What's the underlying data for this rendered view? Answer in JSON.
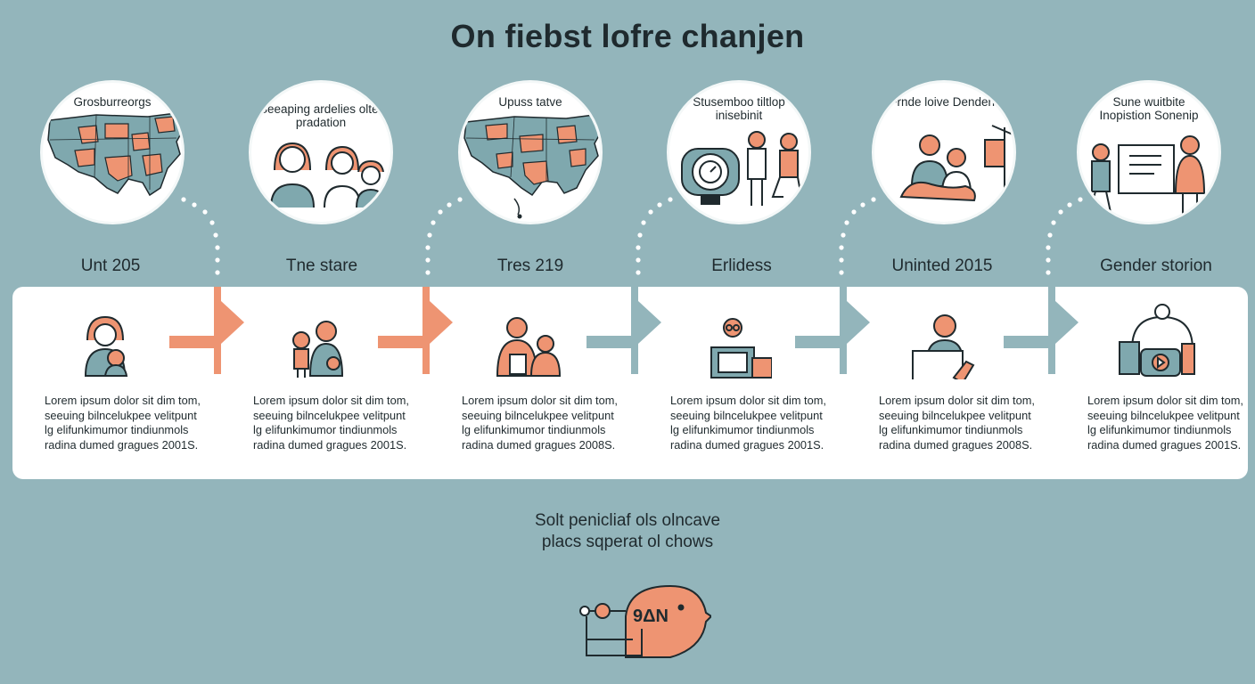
{
  "title": "On fiebst lofre chanjen",
  "colors": {
    "accent": "#ee9472",
    "teal": "#7fa8ae",
    "background": "#93b5bb",
    "ink": "#1f2a2e"
  },
  "steps": [
    {
      "circle_label": "Grosburreorgs",
      "circle_icon": "us-map-icon",
      "heading": "Unt 205",
      "card_icon": "parent-child-icon",
      "connector": "accent",
      "text": "Lorem ipsum dolor sit dim tom, seeuing bilncelukpee velitpunt lg elifunkimumor tindiunmols radina dumed gragues 2001S."
    },
    {
      "circle_label": "Seeaping ardelies olter pradation",
      "circle_icon": "family-icon",
      "heading": "Tne stare",
      "card_icon": "family-icon",
      "connector": "accent",
      "text": "Lorem ipsum dolor sit dim tom, seeuing bilncelukpee velitpunt lg elifunkimumor tindiunmols radina dumed gragues 2001S."
    },
    {
      "circle_label": "Upuss tatve",
      "circle_icon": "us-map-icon",
      "heading": "Tres 219",
      "card_icon": "reading-family-icon",
      "connector": "teal",
      "text": "Lorem ipsum dolor sit dim tom, seeuing bilncelukpee velitpunt lg elifunkimumor tindiunmols radina dumed gragues 2008S."
    },
    {
      "circle_label": "Stusemboo tiltlop inisebinit",
      "circle_icon": "machine-workers-icon",
      "heading": "Erlidess",
      "card_icon": "computer-worker-icon",
      "connector": "teal",
      "text": "Lorem ipsum dolor sit dim tom, seeuing bilncelukpee velitpunt lg elifunkimumor tindiunmols radina dumed gragues 2001S."
    },
    {
      "circle_label": "Frnde loive Dendent",
      "circle_icon": "caregiving-icon",
      "heading": "Uninted 2015",
      "card_icon": "office-worker-icon",
      "connector": "teal",
      "text": "Lorem ipsum dolor sit dim tom, seeuing bilncelukpee velitpunt lg elifunkimumor tindiunmols radina dumed gragues 2008S."
    },
    {
      "circle_label": "Sune wuitbite Inopistion Sonenip",
      "circle_icon": "presentation-icon",
      "heading": "Gender storion",
      "card_icon": "media-device-icon",
      "connector": null,
      "text": "Lorem ipsum dolor sit dim tom, seeuing bilncelukpee velitpunt lg elifunkimumor tindiunmols radina dumed gragues 2001S."
    }
  ],
  "footer": {
    "line1": "Solt penicliaf ols olncave",
    "line2": "placs sqperat ol chows",
    "icon_text": "9ΔN",
    "icon": "head-machine-icon"
  }
}
